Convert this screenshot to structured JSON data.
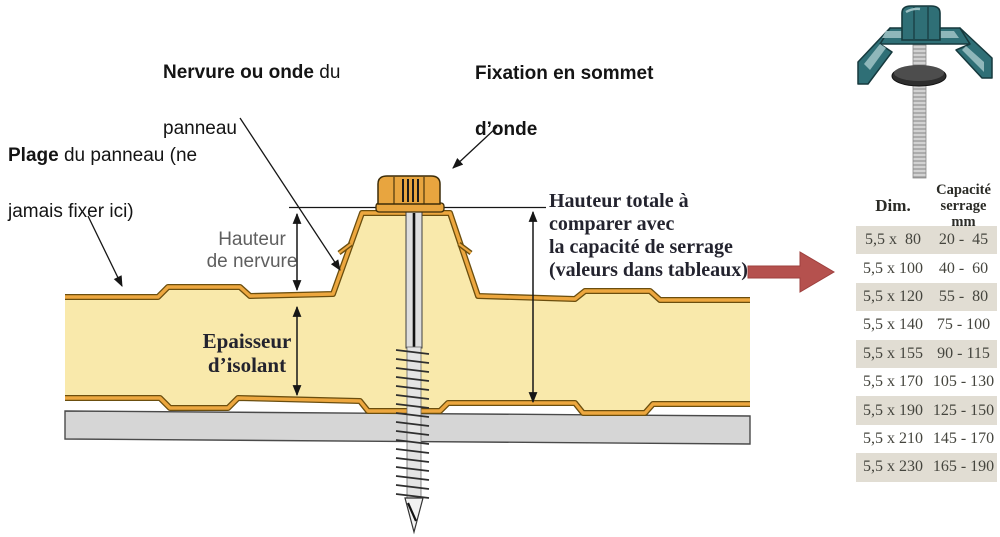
{
  "annotations": {
    "nervure": {
      "bold": "Nervure ou onde",
      "rest": " du",
      "line2": "panneau"
    },
    "fixation": {
      "line1": "Fixation en sommet",
      "line2": "d’onde"
    },
    "plage": {
      "bold": "Plage",
      "rest": " du panneau (ne",
      "line2": "jamais fixer ici)"
    },
    "hauteur_nervure": "Hauteur\nde nervure",
    "epaisseur_isolant": "Epaisseur\nd’isolant",
    "hauteur_totale": "Hauteur totale à\ncomparer avec\nla capacité de serrage\n(valeurs dans tableaux)"
  },
  "table": {
    "col1_header": "Dim.",
    "col2_header": "Capacité\nserrage mm",
    "rows": [
      {
        "dim": "5,5 x  80",
        "capacity": "20 -  45"
      },
      {
        "dim": "5,5 x 100",
        "capacity": "40 -  60"
      },
      {
        "dim": "5,5 x 120",
        "capacity": "55 -  80"
      },
      {
        "dim": "5,5 x 140",
        "capacity": "75 - 100"
      },
      {
        "dim": "5,5 x 155",
        "capacity": "90 - 115"
      },
      {
        "dim": "5,5 x 170",
        "capacity": "105 - 130"
      },
      {
        "dim": "5,5 x 190",
        "capacity": "125 - 150"
      },
      {
        "dim": "5,5 x 210",
        "capacity": "145 - 170"
      },
      {
        "dim": "5,5 x 230",
        "capacity": "165 - 190"
      }
    ]
  },
  "icons": {
    "red_arrow": "red-arrow-icon",
    "fastener_photo": "fastener-clamp-photo"
  },
  "colors": {
    "panel_skin": "#eda73f",
    "panel_skin_edge": "#6b4e0e",
    "insulation": "#f9e9ab",
    "support_gray": "#d6d6d6",
    "red_arrow": "#b5514e",
    "table_shade": "#e1ddd3",
    "clamp_teal": "#2f6f76"
  }
}
